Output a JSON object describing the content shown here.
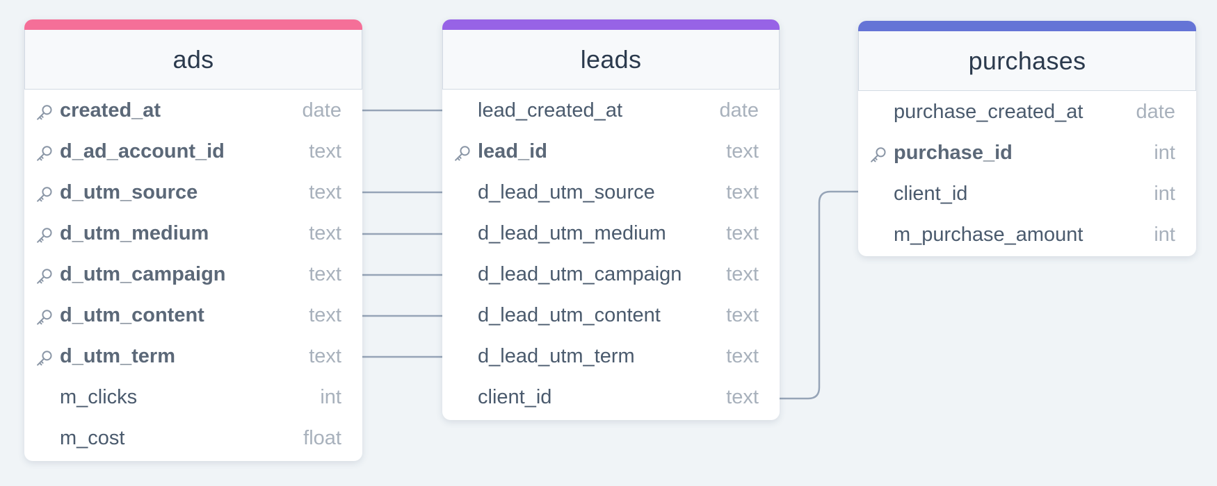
{
  "colors": {
    "background": "#f0f4f7",
    "ads_accent": "#f56f98",
    "leads_accent": "#9763e6",
    "purchases_accent": "#6574d6",
    "line": "#96a4b7"
  },
  "icons": {
    "primary_key": "key-icon"
  },
  "tables": {
    "ads": {
      "name": "ads",
      "columns": [
        {
          "name": "created_at",
          "type": "date",
          "pk": true
        },
        {
          "name": "d_ad_account_id",
          "type": "text",
          "pk": true
        },
        {
          "name": "d_utm_source",
          "type": "text",
          "pk": true
        },
        {
          "name": "d_utm_medium",
          "type": "text",
          "pk": true
        },
        {
          "name": "d_utm_campaign",
          "type": "text",
          "pk": true
        },
        {
          "name": "d_utm_content",
          "type": "text",
          "pk": true
        },
        {
          "name": "d_utm_term",
          "type": "text",
          "pk": true
        },
        {
          "name": "m_clicks",
          "type": "int",
          "pk": false
        },
        {
          "name": "m_cost",
          "type": "float",
          "pk": false
        }
      ]
    },
    "leads": {
      "name": "leads",
      "columns": [
        {
          "name": "lead_created_at",
          "type": "date",
          "pk": false
        },
        {
          "name": "lead_id",
          "type": "text",
          "pk": true
        },
        {
          "name": "d_lead_utm_source",
          "type": "text",
          "pk": false
        },
        {
          "name": "d_lead_utm_medium",
          "type": "text",
          "pk": false
        },
        {
          "name": "d_lead_utm_campaign",
          "type": "text",
          "pk": false
        },
        {
          "name": "d_lead_utm_content",
          "type": "text",
          "pk": false
        },
        {
          "name": "d_lead_utm_term",
          "type": "text",
          "pk": false
        },
        {
          "name": "client_id",
          "type": "text",
          "pk": false
        }
      ]
    },
    "purchases": {
      "name": "purchases",
      "columns": [
        {
          "name": "purchase_created_at",
          "type": "date",
          "pk": false
        },
        {
          "name": "purchase_id",
          "type": "int",
          "pk": true
        },
        {
          "name": "client_id",
          "type": "int",
          "pk": false
        },
        {
          "name": "m_purchase_amount",
          "type": "int",
          "pk": false
        }
      ]
    }
  },
  "relationships": [
    {
      "from": "ads.created_at",
      "to": "leads.lead_created_at"
    },
    {
      "from": "ads.d_utm_source",
      "to": "leads.d_lead_utm_source"
    },
    {
      "from": "ads.d_utm_medium",
      "to": "leads.d_lead_utm_medium"
    },
    {
      "from": "ads.d_utm_campaign",
      "to": "leads.d_lead_utm_campaign"
    },
    {
      "from": "ads.d_utm_content",
      "to": "leads.d_lead_utm_content"
    },
    {
      "from": "ads.d_utm_term",
      "to": "leads.d_lead_utm_term"
    },
    {
      "from": "leads.client_id",
      "to": "purchases.client_id"
    }
  ]
}
